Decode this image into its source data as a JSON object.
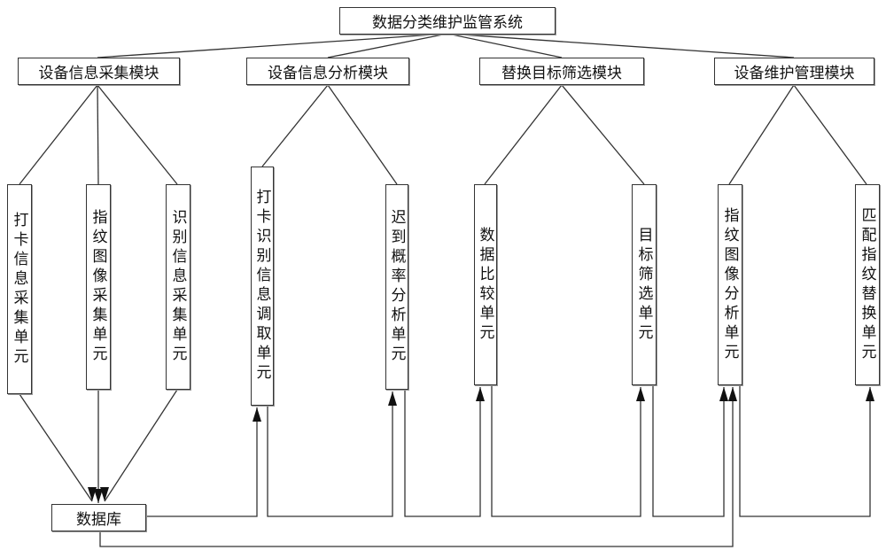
{
  "title": "数据分类维护监管系统",
  "modules": [
    {
      "label": "设备信息采集模块",
      "units": [
        "打卡信息采集单元",
        "指纹图像采集单元",
        "识别信息采集单元"
      ]
    },
    {
      "label": "设备信息分析模块",
      "units": [
        "打卡识别信息调取单元",
        "迟到概率分析单元"
      ]
    },
    {
      "label": "替换目标筛选模块",
      "units": [
        "数据比较单元",
        "目标筛选单元"
      ]
    },
    {
      "label": "设备维护管理模块",
      "units": [
        "指纹图像分析单元",
        "匹配指纹替换单元"
      ]
    }
  ],
  "database": "数据库"
}
